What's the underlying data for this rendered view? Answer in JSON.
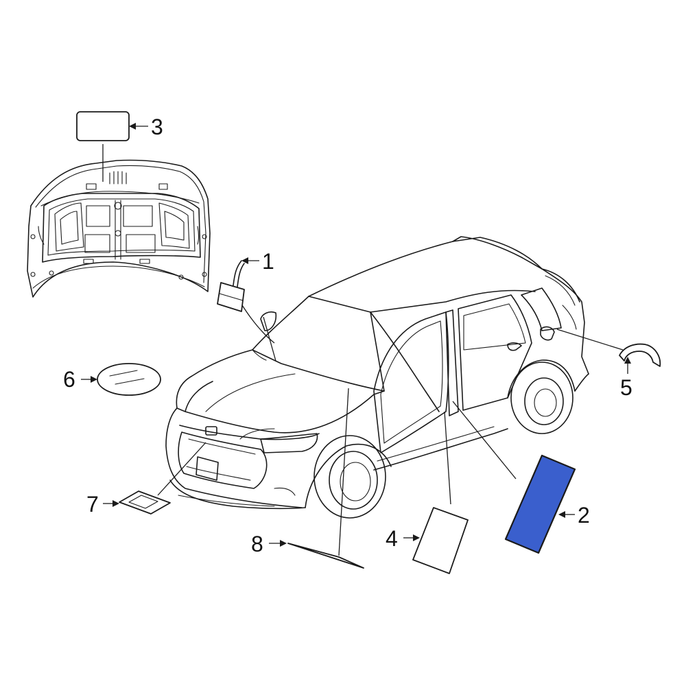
{
  "diagram": {
    "highlight_color": "#3a5fcd",
    "outline_color": "#1a1a1a",
    "background_color": "#ffffff",
    "callouts": [
      {
        "id": "1",
        "label": "1",
        "part": "hood-label"
      },
      {
        "id": "2",
        "label": "2",
        "part": "door-pillar-label",
        "highlighted": true
      },
      {
        "id": "3",
        "label": "3",
        "part": "hood-underside-label"
      },
      {
        "id": "4",
        "label": "4",
        "part": "door-jamb-label"
      },
      {
        "id": "5",
        "label": "5",
        "part": "fuel-door-label"
      },
      {
        "id": "6",
        "label": "6",
        "part": "oval-emblem-label"
      },
      {
        "id": "7",
        "label": "7",
        "part": "front-bumper-label"
      },
      {
        "id": "8",
        "label": "8",
        "part": "windshield-label"
      }
    ]
  }
}
